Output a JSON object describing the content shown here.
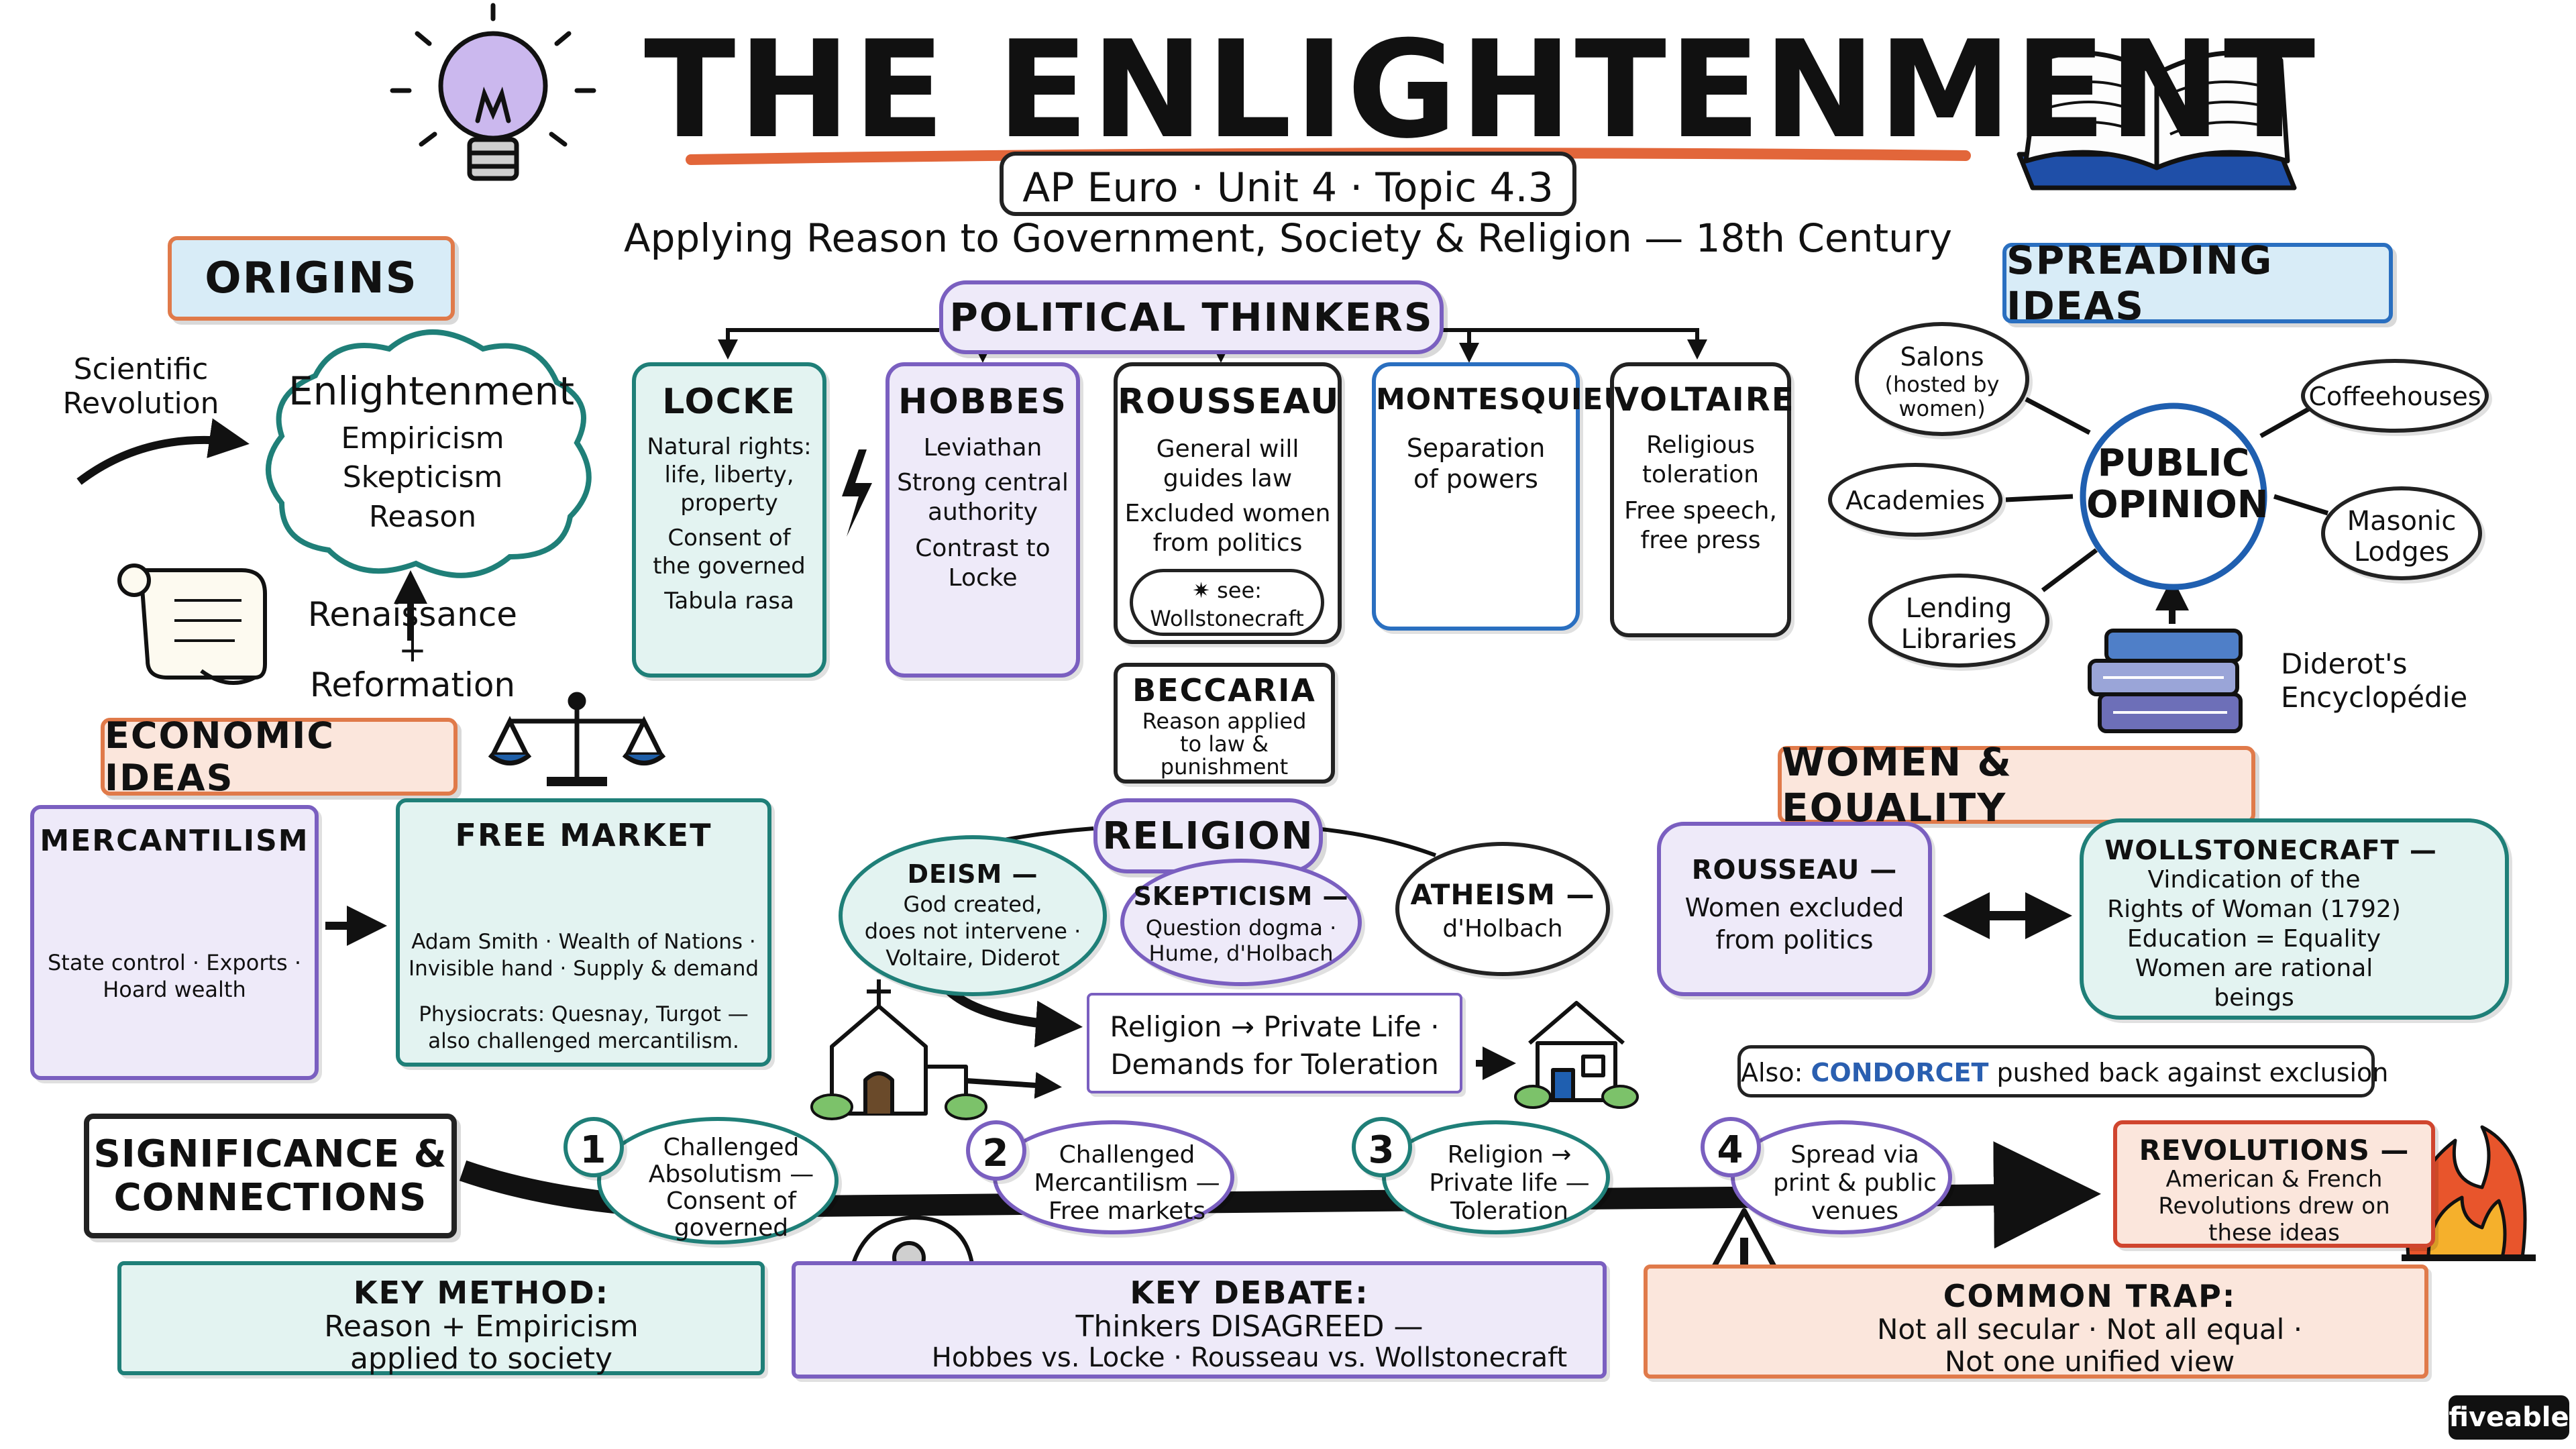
{
  "title": "THE ENLIGHTENMENT",
  "subtitle_tag": "AP Euro · Unit 4 · Topic 4.3",
  "subtitle": "Applying Reason to Government, Society & Religion — 18th Century",
  "colors": {
    "teal": "#e3f3f1",
    "teal_border": "#1f7f78",
    "purple": "#eeeaf9",
    "purple_border": "#7a5fc0",
    "orange": "#fbe6dc",
    "orange_border": "#e07a4a",
    "blue_border": "#2a6fc0",
    "tag_blue": "#d8ecf7"
  },
  "origins": {
    "tag": "ORIGINS",
    "scientific_revolution": [
      "Scientific",
      "Revolution"
    ],
    "cloud_title": "Enlightenment",
    "cloud_items": [
      "Empiricism",
      "Skepticism",
      "Reason"
    ],
    "renaissance": [
      "Renaissance",
      "+",
      "Reformation"
    ],
    "icon_scroll": "scroll-icon"
  },
  "political": {
    "tag": "POLITICAL THINKERS",
    "locke": {
      "name": "LOCKE",
      "lines": [
        "Natural rights:",
        "life, liberty,",
        "property",
        "Consent of",
        "the governed",
        "Tabula rasa"
      ]
    },
    "hobbes": {
      "name": "HOBBES",
      "lines": [
        "Leviathan",
        "Strong central",
        "authority",
        "Contrast to",
        "Locke"
      ]
    },
    "rousseau": {
      "name": "ROUSSEAU",
      "lines": [
        "General will",
        "guides law",
        "Excluded women",
        "from politics"
      ],
      "note": [
        "✷ see:",
        "Wollstonecraft"
      ]
    },
    "montesquieu": {
      "name": "MONTESQUIEU",
      "lines": [
        "Separation",
        "of powers"
      ]
    },
    "voltaire": {
      "name": "VOLTAIRE",
      "lines": [
        "Religious",
        "toleration",
        "Free speech,",
        "free press"
      ]
    },
    "beccaria": {
      "name": "BECCARIA",
      "lines": [
        "Reason applied",
        "to law &",
        "punishment"
      ]
    }
  },
  "spreading": {
    "tag": "SPREADING IDEAS",
    "center": [
      "PUBLIC",
      "OPINION"
    ],
    "salons": [
      "Salons",
      "(hosted by",
      "women)"
    ],
    "coffeehouses": "Coffeehouses",
    "academies": "Academies",
    "masonic": [
      "Masonic",
      "Lodges"
    ],
    "libraries": [
      "Lending",
      "Libraries"
    ],
    "diderot": [
      "Diderot's",
      "Encyclopédie"
    ]
  },
  "economic": {
    "tag": "ECONOMIC IDEAS",
    "mercantilism": {
      "name": "MERCANTILISM",
      "lines": [
        "State control · Exports ·",
        "Hoard wealth"
      ]
    },
    "free_market": {
      "name": "FREE MARKET",
      "lines": [
        "Adam Smith · Wealth of Nations ·",
        "Invisible hand · Supply & demand"
      ],
      "note": [
        "Physiocrats: Quesnay, Turgot —",
        "also challenged mercantilism."
      ]
    }
  },
  "religion": {
    "tag": "RELIGION",
    "deism": [
      "DEISM —",
      "God created,",
      "does not intervene ·",
      "Voltaire, Diderot"
    ],
    "skepticism": [
      "SKEPTICISM —",
      "Question dogma ·",
      "Hume, d'Holbach"
    ],
    "atheism": [
      "ATHEISM —",
      "d'Holbach"
    ],
    "outcome": [
      "Religion → Private Life ·",
      "Demands for Toleration"
    ]
  },
  "women": {
    "tag": "WOMEN & EQUALITY",
    "rousseau": [
      "ROUSSEAU —",
      "Women excluded",
      "from politics"
    ],
    "wollstonecraft": [
      "WOLLSTONECRAFT —",
      "Vindication of the",
      "Rights of Woman (1792)",
      "Education = Equality",
      "Women are rational",
      "beings"
    ],
    "condorcet_prefix": "Also:",
    "condorcet_name": "CONDORCET",
    "condorcet_suffix": "pushed back against exclusion"
  },
  "significance": {
    "tag": [
      "SIGNIFICANCE &",
      "CONNECTIONS"
    ],
    "steps": [
      {
        "num": "1",
        "lines": [
          "Challenged",
          "Absolutism —",
          "Consent of",
          "governed"
        ]
      },
      {
        "num": "2",
        "lines": [
          "Challenged",
          "Mercantilism —",
          "Free markets"
        ]
      },
      {
        "num": "3",
        "lines": [
          "Religion →",
          "Private life —",
          "Toleration"
        ]
      },
      {
        "num": "4",
        "lines": [
          "Spread via",
          "print & public",
          "venues"
        ]
      }
    ],
    "revolutions": [
      "REVOLUTIONS —",
      "American & French",
      "Revolutions drew on",
      "these ideas"
    ]
  },
  "bottom": {
    "key_method": {
      "title": "KEY METHOD:",
      "lines": [
        "Reason + Empiricism",
        "applied to society"
      ]
    },
    "key_debate": {
      "title": "KEY DEBATE:",
      "lines": [
        "Thinkers DISAGREED —",
        "Hobbes vs. Locke  ·  Rousseau vs. Wollstonecraft"
      ]
    },
    "common_trap": {
      "title": "COMMON TRAP:",
      "lines": [
        "Not all secular · Not all equal ·",
        "Not one unified view"
      ]
    }
  },
  "brand": "fiveable"
}
